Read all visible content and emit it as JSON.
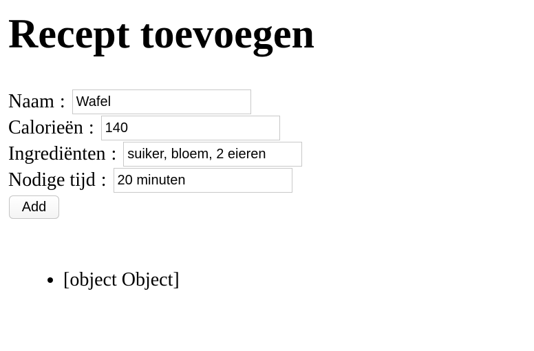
{
  "page": {
    "title": "Recept toevoegen"
  },
  "form": {
    "separator": ":",
    "fields": [
      {
        "label": "Naam",
        "value": "Wafel"
      },
      {
        "label": "Calorieën",
        "value": "140"
      },
      {
        "label": "Ingrediënten",
        "value": "suiker, bloem, 2 eieren"
      },
      {
        "label": "Nodige tijd",
        "value": "20 minuten"
      }
    ],
    "add_label": "Add"
  },
  "list": {
    "items": [
      "[object Object]"
    ]
  }
}
